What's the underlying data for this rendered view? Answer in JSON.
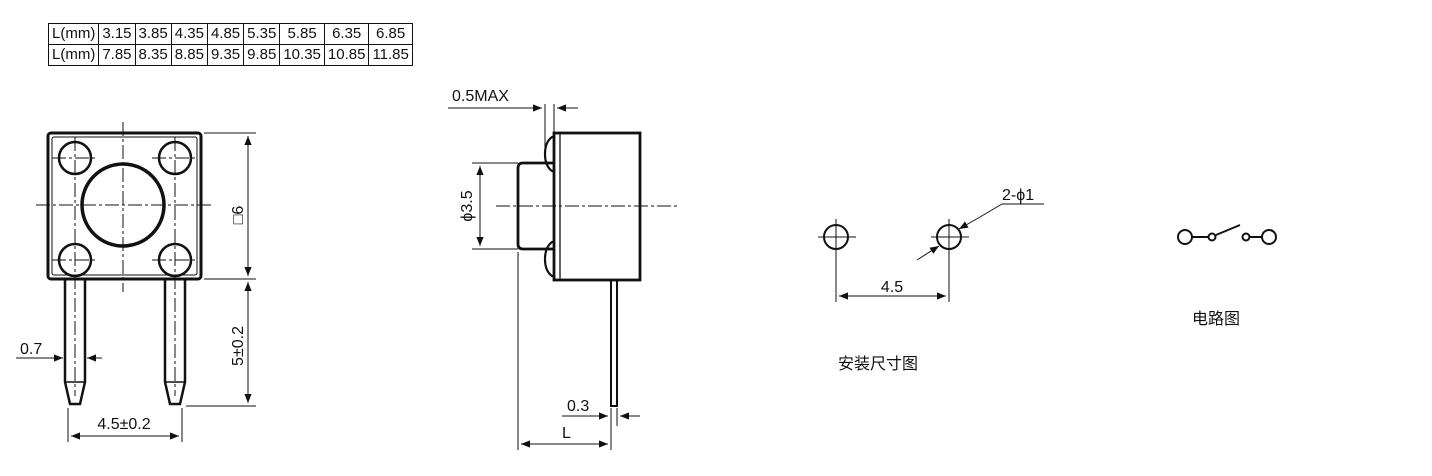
{
  "length_table": {
    "rows": [
      {
        "label": "L(mm)",
        "values": [
          "3.15",
          "3.85",
          "4.35",
          "4.85",
          "5.35",
          "5.85",
          "6.35",
          "6.85"
        ]
      },
      {
        "label": "L(mm)",
        "values": [
          "7.85",
          "8.35",
          "8.85",
          "9.35",
          "9.85",
          "10.35",
          "10.85",
          "11.85"
        ]
      }
    ]
  },
  "front_view": {
    "body_size": "□6",
    "pin_length": "5±0.2",
    "pin_width": "0.7",
    "pin_spacing": "4.5±0.2"
  },
  "side_view": {
    "protrusion": "0.5MAX",
    "actuator_diameter": "ϕ3.5",
    "lead_thickness": "0.3",
    "length_symbol": "L"
  },
  "mounting_layout": {
    "hole_spec": "2-ϕ1",
    "hole_spacing": "4.5",
    "caption": "安装尺寸图"
  },
  "circuit": {
    "caption": "电路图"
  }
}
